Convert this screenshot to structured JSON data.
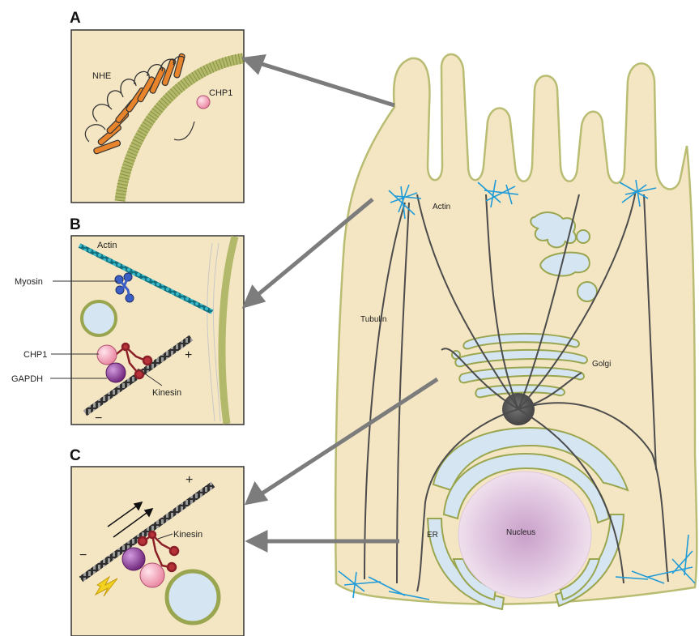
{
  "panels": {
    "a": {
      "letter": "A",
      "nhe": "NHE",
      "chp1": "CHP1"
    },
    "b": {
      "letter": "B",
      "actin": "Actin",
      "myosin": "Myosin",
      "chp1": "CHP1",
      "gapdh": "GAPDH",
      "kinesin": "Kinesin",
      "plus": "+",
      "minus": "−"
    },
    "c": {
      "letter": "C",
      "kinesin": "Kinesin",
      "plus": "+",
      "minus": "−"
    }
  },
  "cell": {
    "actin": "Actin",
    "tubulin": "Tubulin",
    "golgi": "Golgi",
    "er": "ER",
    "nucleus": "Nucleus"
  },
  "colors": {
    "cytoplasm": "#f5e6c3",
    "membrane": "#9aa64f",
    "actin_filament": "#1f9bd8",
    "microtubule": "#555555",
    "vesicle_fill": "#d5e6f2",
    "chp1": "#f4a3b8",
    "gapdh": "#8d3f95",
    "kinesin": "#b8323a",
    "myosin": "#3b5fc4",
    "nhe_helix": "#e8842c",
    "arrow": "#7c7c7c",
    "nucleus": "#d6b5d6"
  }
}
